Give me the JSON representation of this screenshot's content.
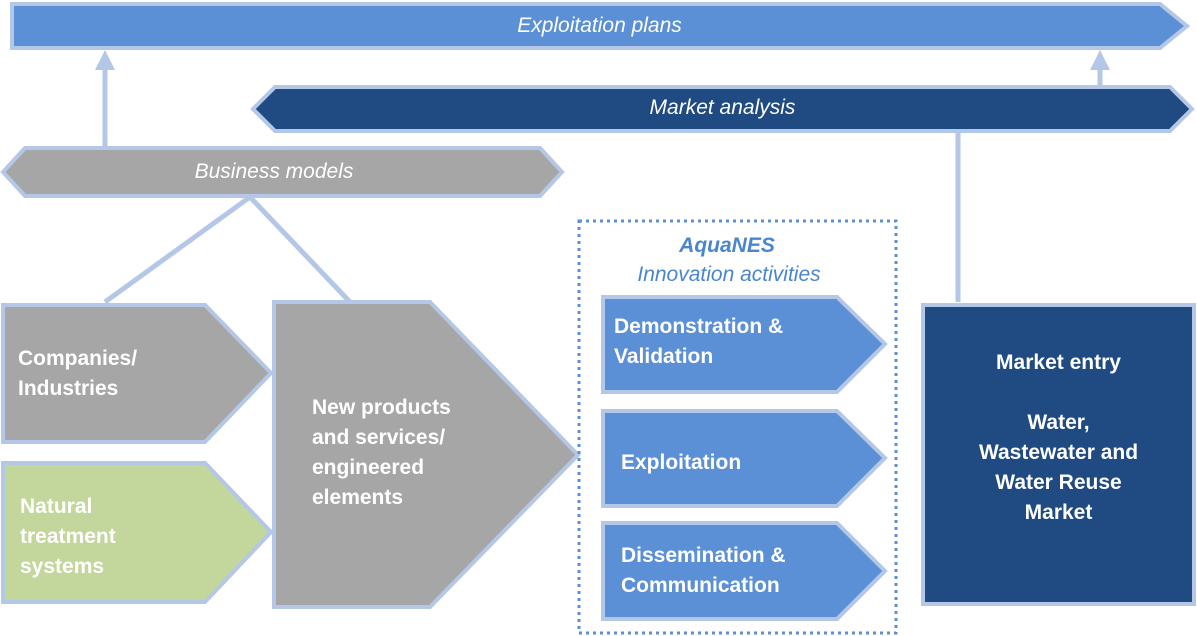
{
  "diagram": {
    "exploitation_plans": "Exploitation plans",
    "market_analysis": "Market analysis",
    "business_models": "Business models",
    "companies_industries": {
      "line1": "Companies/",
      "line2": "Industries"
    },
    "natural_treatment_systems": {
      "line1": "Natural",
      "line2": "treatment",
      "line3": "systems"
    },
    "new_products": {
      "line1": "New products",
      "line2": "and services/",
      "line3": "engineered",
      "line4": "elements"
    },
    "aquanes_box": {
      "title": "AquaNES",
      "subtitle": "Innovation activities",
      "items": [
        {
          "line1": "Demonstration &",
          "line2": "Validation"
        },
        {
          "line1": "Exploitation"
        },
        {
          "line1": "Dissemination &",
          "line2": "Communication"
        }
      ]
    },
    "market_entry": {
      "title": "Market entry",
      "line1": "Water,",
      "line2": "Wastewater and",
      "line3": "Water Reuse",
      "line4": "Market"
    }
  },
  "colors": {
    "light_blue": "#5b8fd6",
    "dark_blue": "#1f4a82",
    "gray": "#a6a6a6",
    "green": "#c3d69b",
    "outline": "#b4c7e7",
    "connector": "#b4c7e7",
    "title_blue": "#4a86d0"
  }
}
